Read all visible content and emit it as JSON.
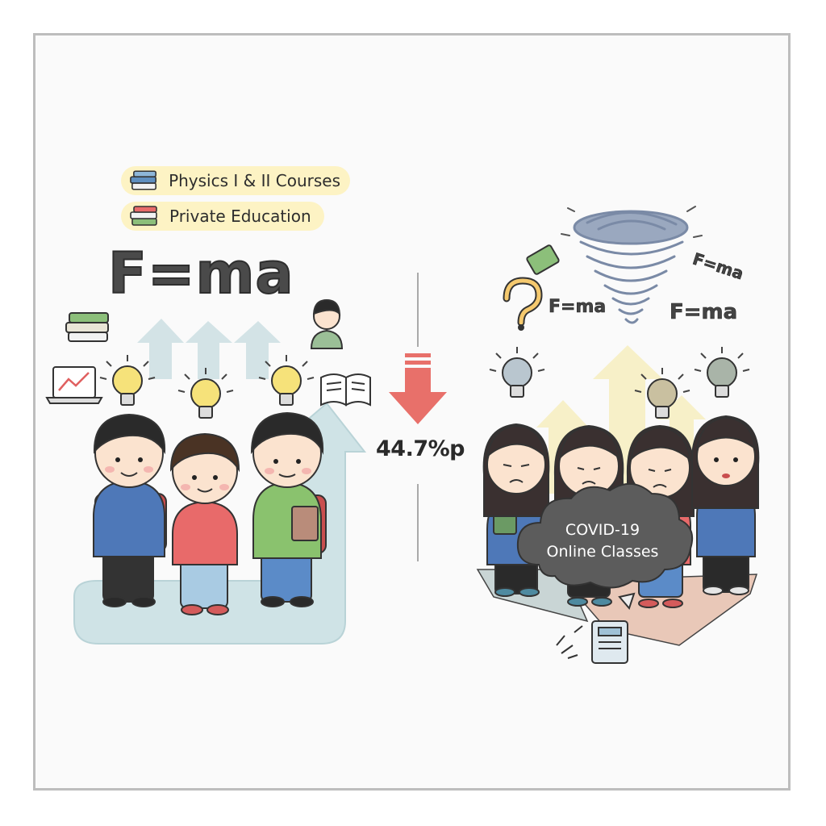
{
  "labels": {
    "physics_courses": "Physics I & II Courses",
    "private_education": "Private Education"
  },
  "formula": {
    "main": "F=ma",
    "chaos_1": "F=ma",
    "chaos_2": "F=ma",
    "chaos_3": "F=ma"
  },
  "stat": {
    "value": "44.7%p",
    "direction": "down"
  },
  "cloud": {
    "line1": "COVID-19",
    "line2": "Online Classes"
  },
  "colors": {
    "down_arrow": "#e8706a",
    "left_rise_arrow": "#cfe3e6",
    "right_rise_arrow": "#f7f0c8",
    "cloud": "#5c5c5c",
    "pill_bg": "#fdf3c4",
    "bulb_bright": "#f6e27a",
    "bulb_dim": "#b9c6cf"
  },
  "icons": [
    "books-icon",
    "laptop-chart-icon",
    "lightbulb-icon",
    "open-book-icon",
    "teacher-icon",
    "question-mark-icon",
    "tornado-icon",
    "broken-book-icon",
    "down-arrow-icon"
  ]
}
